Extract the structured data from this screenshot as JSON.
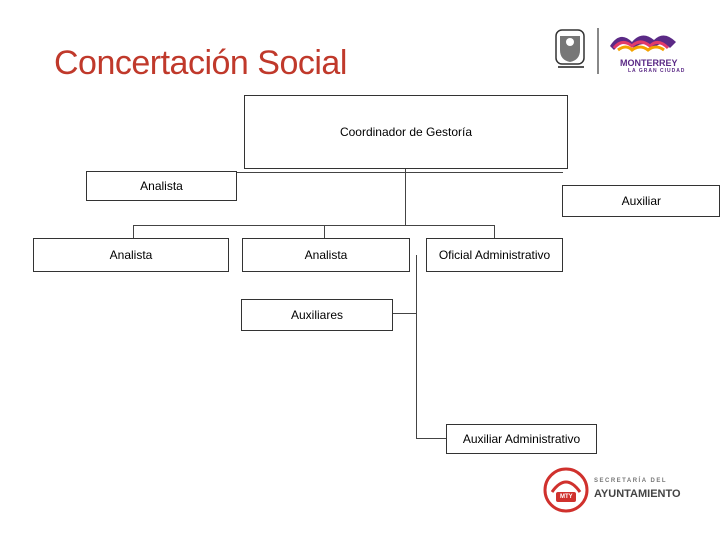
{
  "title": "Concertación Social",
  "org": {
    "coordinator": "Coordinador de Gestoría",
    "analista_1": "Analista",
    "auxiliar": "Auxiliar",
    "analista_2": "Analista",
    "analista_3": "Analista",
    "oficial": "Oficial Administrativo",
    "auxiliares": "Auxiliares",
    "auxiliar_admin": "Auxiliar Administrativo"
  },
  "logos": {
    "monterrey_name": "MONTERREY",
    "monterrey_tagline": "LA GRAN CIUDAD",
    "secretaria_line1": "SECRETARÍA DEL",
    "secretaria_line2": "AYUNTAMIENTO",
    "seal_text": "MTY"
  },
  "colors": {
    "title": "#c0392b",
    "brand_purple": "#5b2a86",
    "brand_red": "#d0312d"
  }
}
